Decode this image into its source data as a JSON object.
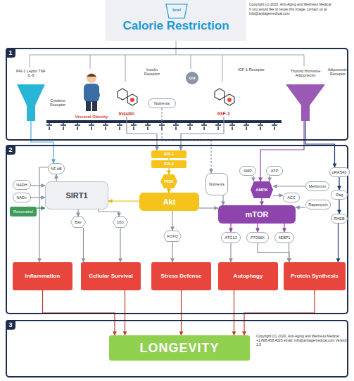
{
  "diagram": {
    "title": "Calorie Restriction",
    "nodes": [
      {
        "text": [
          "1"
        ]
      },
      {
        "text": [
          "PAI-1 Leptin TNF IL-6"
        ],
        "in": 0
      },
      {
        "text": [
          "Visceral Obesity"
        ],
        "in": 0
      },
      {
        "text": [
          "Insulin"
        ],
        "in": 0
      },
      {
        "text": [
          "Nutrients"
        ],
        "in": 0
      },
      {
        "text": [
          "GH"
        ],
        "in": 0
      },
      {
        "text": [
          "IGF-1"
        ],
        "in": 0
      },
      {
        "text": [
          "Thyroid Hormone",
          "Adiponectin"
        ],
        "in": 0
      },
      {
        "text": [
          "2"
        ]
      },
      {
        "text": [
          "NF-kB"
        ],
        "in": 8
      },
      {
        "text": [
          "NADH"
        ],
        "in": 8
      },
      {
        "text": [
          "NAD+"
        ],
        "in": 8
      },
      {
        "text": [
          "Resveratrol"
        ],
        "in": 8
      },
      {
        "text": [
          "SIRT1"
        ],
        "in": 8
      },
      {
        "text": [
          "Bax"
        ],
        "in": 8
      },
      {
        "text": [
          "p53"
        ],
        "in": 8
      },
      {
        "text": [
          "IRS-1"
        ],
        "in": 8
      },
      {
        "text": [
          "IRS-2"
        ],
        "in": 8
      },
      {
        "text": [
          "PI3K"
        ],
        "in": 8
      },
      {
        "text": [
          "Akt"
        ],
        "in": 8
      },
      {
        "text": [
          "FOXO"
        ],
        "in": 8
      },
      {
        "text": [
          "Nutrients"
        ],
        "in": 8
      },
      {
        "text": [
          "AMP"
        ],
        "in": 8
      },
      {
        "text": [
          "ATP"
        ],
        "in": 8
      },
      {
        "text": [
          "AMPK"
        ],
        "in": 8
      },
      {
        "text": [
          "ACC"
        ],
        "in": 8
      },
      {
        "text": [
          "Metformin"
        ],
        "in": 8
      },
      {
        "text": [
          "Rapamycin"
        ],
        "in": 8
      },
      {
        "text": [
          "mTOR"
        ],
        "in": 8
      },
      {
        "text": [
          "ATG13"
        ],
        "in": 8
      },
      {
        "text": [
          "P70S6K"
        ],
        "in": 8
      },
      {
        "text": [
          "4EBP1"
        ],
        "in": 8
      },
      {
        "text": [
          "pRAS40"
        ],
        "in": 8
      },
      {
        "text": [
          "Rag"
        ],
        "in": 8
      },
      {
        "text": [
          "RHEB"
        ],
        "in": 8
      },
      {
        "text": [
          "Inflammation"
        ],
        "in": 8
      },
      {
        "text": [
          "Cellular Survival"
        ],
        "in": 8
      },
      {
        "text": [
          "Stress Defense"
        ],
        "in": 8
      },
      {
        "text": [
          "Autophagy"
        ],
        "in": 8
      },
      {
        "text": [
          "Protein Synthesis"
        ],
        "in": 8
      },
      {
        "text": [
          "3"
        ]
      },
      {
        "text": [
          "LONGEVITY"
        ],
        "in": 40
      }
    ],
    "edges": [
      {
        "from": 1,
        "to": 9,
        "arrow": "to"
      },
      {
        "from": 3,
        "to": 16,
        "arrow": "to"
      },
      {
        "from": 6,
        "to": 16,
        "arrow": "to"
      },
      {
        "from": 4,
        "to": 21,
        "arrow": "to"
      },
      {
        "from": 7,
        "to": 24,
        "arrow": "to"
      },
      {
        "from": 7,
        "to": 32,
        "arrow": "to"
      },
      {
        "from": 32,
        "to": 33,
        "arrow": "to"
      },
      {
        "from": 33,
        "to": 34,
        "arrow": "to"
      },
      {
        "from": 34,
        "to": 39,
        "arrow": "to"
      },
      {
        "from": 13,
        "to": 9,
        "arrow": "to"
      },
      {
        "from": 9,
        "to": 35,
        "arrow": "to"
      },
      {
        "from": 10,
        "to": 13,
        "arrow": "to"
      },
      {
        "from": 11,
        "to": 13,
        "arrow": "to"
      },
      {
        "from": 12,
        "to": 13,
        "arrow": "to"
      },
      {
        "from": 13,
        "to": 14,
        "arrow": "to"
      },
      {
        "from": 13,
        "to": 15,
        "arrow": "to"
      },
      {
        "from": 14,
        "to": 36,
        "arrow": "to"
      },
      {
        "from": 15,
        "to": 36,
        "arrow": "to"
      },
      {
        "from": 19,
        "to": 13,
        "arrow": "to"
      },
      {
        "from": 16,
        "to": 17,
        "arrow": "none"
      },
      {
        "from": 17,
        "to": 18,
        "arrow": "to"
      },
      {
        "from": 18,
        "to": 19,
        "arrow": "to"
      },
      {
        "from": 19,
        "to": 20,
        "arrow": "to"
      },
      {
        "from": 20,
        "to": 37,
        "arrow": "to"
      },
      {
        "from": 19,
        "to": 28,
        "arrow": "to"
      },
      {
        "from": 21,
        "to": 28,
        "arrow": "to"
      },
      {
        "from": 22,
        "to": 24,
        "arrow": "to"
      },
      {
        "from": 23,
        "to": 24,
        "arrow": "to"
      },
      {
        "from": 24,
        "to": 25,
        "arrow": "to"
      },
      {
        "from": 24,
        "to": 28,
        "arrow": "to"
      },
      {
        "from": 26,
        "to": 24,
        "arrow": "to"
      },
      {
        "from": 27,
        "to": 28,
        "arrow": "to"
      },
      {
        "from": 28,
        "to": 29,
        "arrow": "to"
      },
      {
        "from": 28,
        "to": 30,
        "arrow": "to"
      },
      {
        "from": 28,
        "to": 31,
        "arrow": "to"
      },
      {
        "from": 29,
        "to": 38,
        "arrow": "to"
      },
      {
        "from": 30,
        "to": 39,
        "arrow": "to"
      },
      {
        "from": 31,
        "to": 39,
        "arrow": "to"
      },
      {
        "from": 35,
        "to": 41,
        "arrow": "to"
      },
      {
        "from": 36,
        "to": 41,
        "arrow": "to"
      },
      {
        "from": 37,
        "to": 41,
        "arrow": "to"
      },
      {
        "from": 38,
        "to": 41,
        "arrow": "to"
      },
      {
        "from": 39,
        "to": 41,
        "arrow": "to"
      }
    ],
    "labels": [
      "kcal",
      "Copyright (c) 2020, Anti-Aging and Wellness Medical",
      "If you would like to reuse this image, contact us at info@antiagemedical.com",
      "Cytokine Receptor",
      "Insulin Receptor",
      "IGF-1 Receptor",
      "Adiponectin Receptor",
      "Copyright (C) 2020, Anti-Aging and Wellness Medical +1.888.458.4325 email: info@antiagemedical.com Version 1.0"
    ]
  }
}
